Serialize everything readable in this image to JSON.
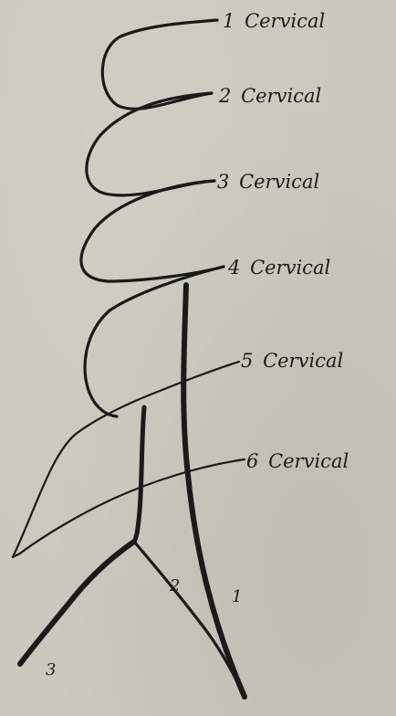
{
  "diagram": {
    "nerve_labels": [
      {
        "num": "1",
        "text": "Cervical"
      },
      {
        "num": "2",
        "text": "Cervical"
      },
      {
        "num": "3",
        "text": "Cervical"
      },
      {
        "num": "4",
        "text": "Cervical"
      },
      {
        "num": "5",
        "text": "Cervical"
      },
      {
        "num": "6",
        "text": "Cervical"
      }
    ],
    "branch_labels": [
      "1",
      "2",
      "3"
    ],
    "colors": {
      "ink": "#1a1a1a",
      "paper": "#cbc8bd"
    }
  }
}
